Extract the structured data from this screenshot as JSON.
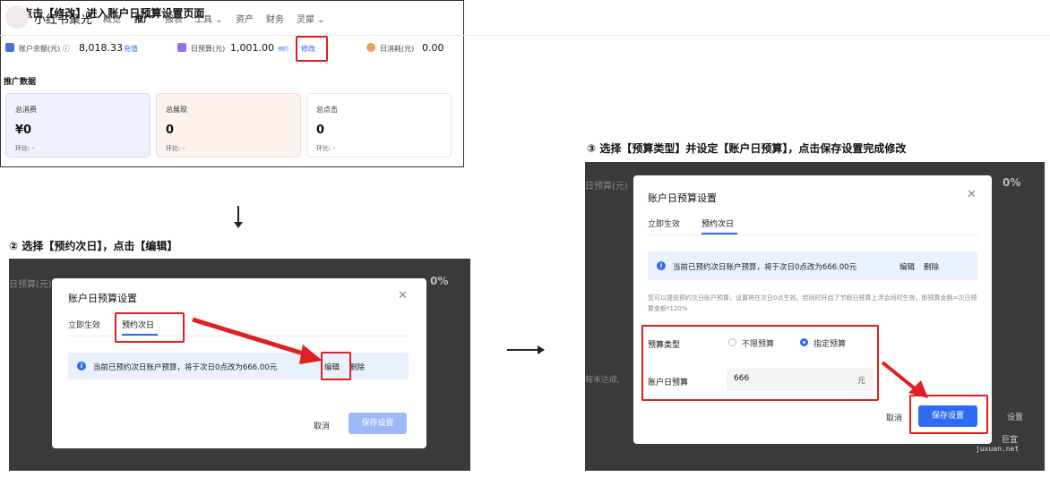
{
  "steps": {
    "step1": "① 点击【修改】进入账户日预算设置页面",
    "step2": "② 选择【预约次日】，点击【编辑】",
    "step3": "③ 选择【预算类型】并设定【账户日预算】，点击保存设置完成修改"
  },
  "app": {
    "brand": "小红书聚光",
    "nav": [
      "概览",
      "推广",
      "报表",
      "工具 ⌄",
      "资产",
      "财务",
      "灵犀 ⌄"
    ]
  },
  "account": {
    "balance_label": "账户余额(元) ⓘ",
    "balance_value": "8,018.33",
    "recharge": "充值",
    "budget_label": "日预算(元)",
    "budget_value": "1,001.00",
    "budget_tag": "预约",
    "modify": "修改",
    "spend_label": "日消耗(元)",
    "spend_value": "0.00"
  },
  "promo": {
    "section_title": "推广数据",
    "cards": [
      {
        "label": "总消费",
        "value": "¥0",
        "compare": "环比: -"
      },
      {
        "label": "总展现",
        "value": "0",
        "compare": "环比: -"
      },
      {
        "label": "总点击",
        "value": "0",
        "compare": "环比: -"
      }
    ]
  },
  "modal": {
    "title": "账户日预算设置",
    "tab_immediate": "立即生效",
    "tab_next_day": "预约次日",
    "info_text": "当前已预约次日账户预算，将于次日0点改为666.00元",
    "edit": "编辑",
    "delete": "删除",
    "note": "您可以提前预约次日账户预算，设置将在次日0点生效。若同时开启了节假日预算上浮会同时生效，即预算金额=次日预算金额*120%",
    "budget_type_label": "预算类型",
    "option_unlimited": "不限预算",
    "option_specified": "指定预算",
    "daily_budget_label": "账户日预算",
    "daily_budget_value": "666",
    "unit": "元",
    "cancel": "取消",
    "save": "保存设置"
  },
  "background": {
    "left_label": "日预算(元)",
    "percent": "0%",
    "bottom_hint": "每末达成,",
    "right_save": "设置",
    "watermark_cn": "巨宣",
    "watermark_url": "juxuan.net"
  },
  "colors": {
    "accent": "#2f6bf2",
    "highlight": "#e02020",
    "overlay": "#3a3a3a"
  }
}
